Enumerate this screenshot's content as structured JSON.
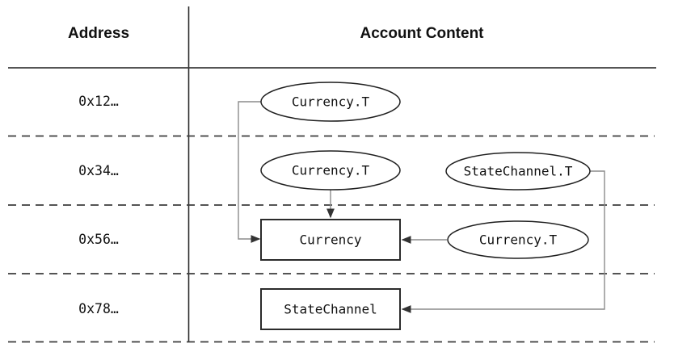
{
  "table": {
    "column_headers": [
      {
        "label": "Address"
      },
      {
        "label": "Account Content"
      }
    ],
    "rows": [
      {
        "address": "0x12…"
      },
      {
        "address": "0x34…"
      },
      {
        "address": "0x56…"
      },
      {
        "address": "0x78…"
      }
    ]
  },
  "nodes": [
    {
      "id": "currency-t-1",
      "label": "Currency.T",
      "shape": "ellipse",
      "row": "0x12…"
    },
    {
      "id": "currency-t-2",
      "label": "Currency.T",
      "shape": "ellipse",
      "row": "0x34…"
    },
    {
      "id": "statechannel-t",
      "label": "StateChannel.T",
      "shape": "ellipse",
      "row": "0x34…"
    },
    {
      "id": "currency-module",
      "label": "Currency",
      "shape": "rectangle",
      "row": "0x56…"
    },
    {
      "id": "currency-t-3",
      "label": "Currency.T",
      "shape": "ellipse",
      "row": "0x56…"
    },
    {
      "id": "statechannel-module",
      "label": "StateChannel",
      "shape": "rectangle",
      "row": "0x78…"
    }
  ],
  "edges": [
    {
      "from": "currency-t-1",
      "to": "currency-module",
      "enters": "left"
    },
    {
      "from": "currency-t-2",
      "to": "currency-module",
      "enters": "top"
    },
    {
      "from": "currency-t-3",
      "to": "currency-module",
      "enters": "right"
    },
    {
      "from": "statechannel-t",
      "to": "statechannel-module",
      "enters": "right"
    }
  ],
  "colors": {
    "background": "#ffffff",
    "text": "#111111",
    "shape_stroke": "#1f1f1f",
    "grid_line": "#3d3d3d",
    "connector": "#8c8c8c",
    "arrowhead": "#333333"
  }
}
